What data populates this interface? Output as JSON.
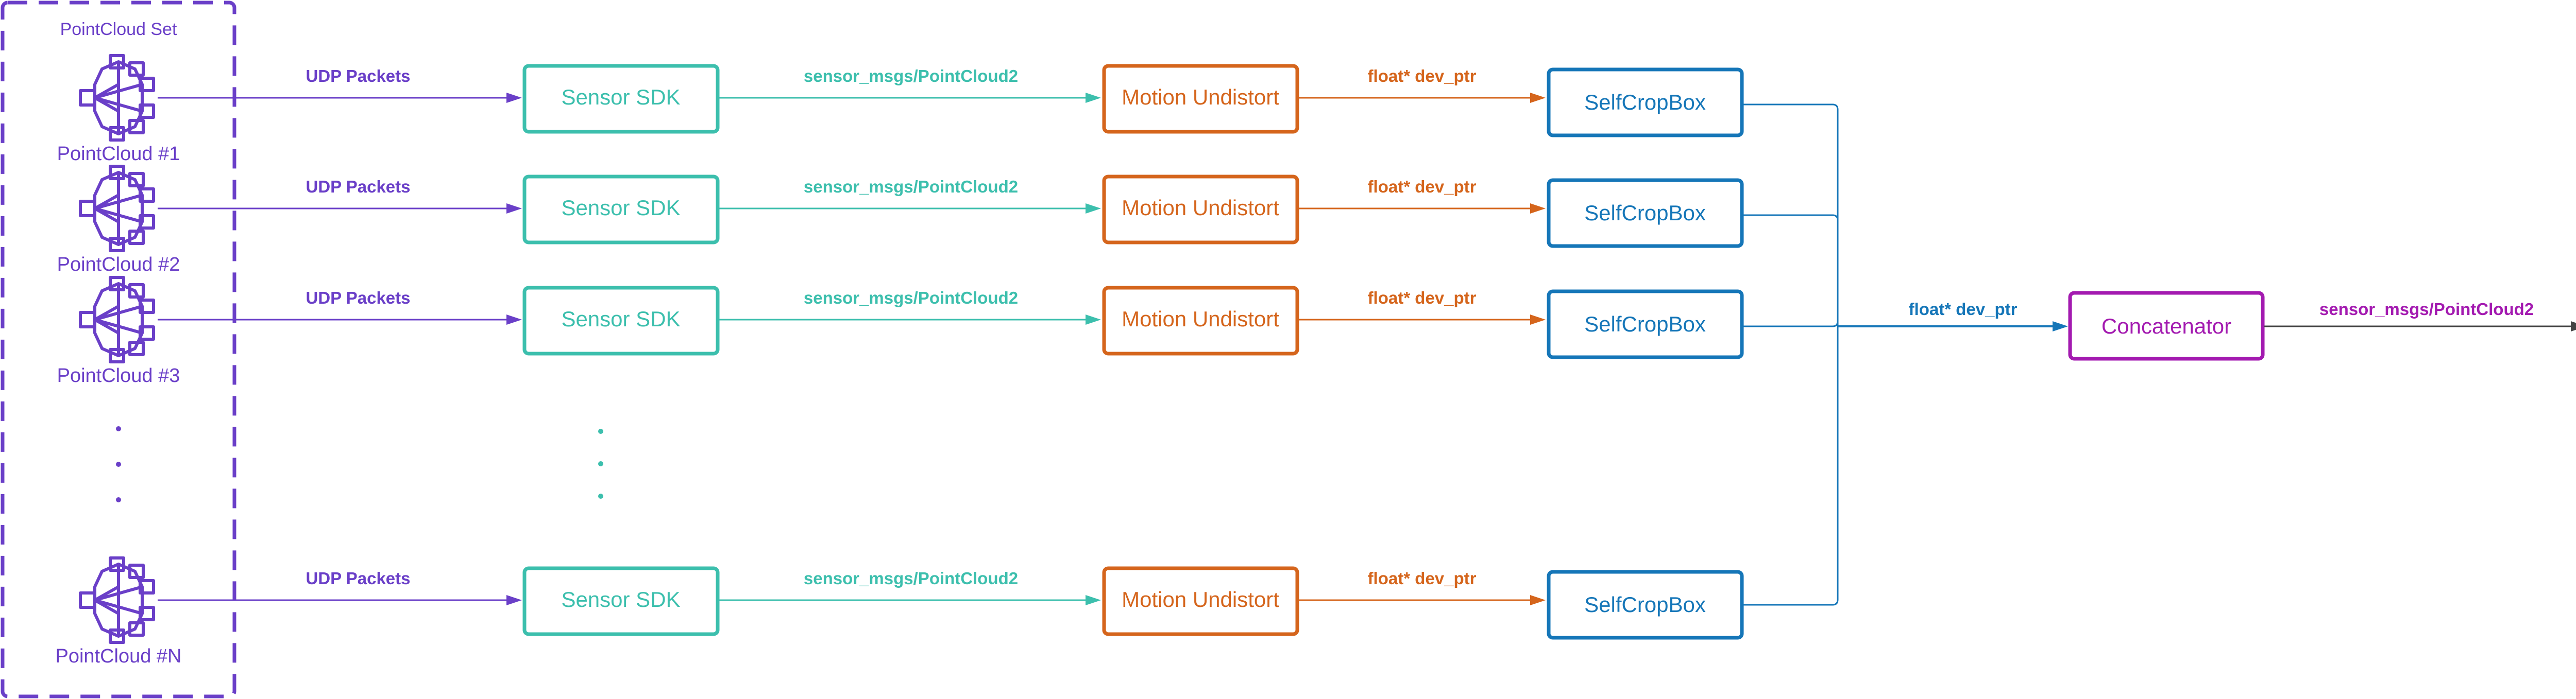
{
  "colors": {
    "purple": "#6a3fc8",
    "teal": "#3cbfad",
    "orange": "#d5651c",
    "blue": "#1576b8",
    "magenta": "#a31ab0",
    "dark": "#444444"
  },
  "group": {
    "title": "PointCloud Set",
    "icon": "pointcloud-network-icon"
  },
  "rows": [
    {
      "source": "PointCloud #1",
      "udp": "UDP Packets",
      "sdk": "Sensor SDK",
      "ros": "sensor_msgs/PointCloud2",
      "undistort": "Motion Undistort",
      "ptr": "float* dev_ptr",
      "crop": "SelfCropBox"
    },
    {
      "source": "PointCloud #2",
      "udp": "UDP Packets",
      "sdk": "Sensor SDK",
      "ros": "sensor_msgs/PointCloud2",
      "undistort": "Motion Undistort",
      "ptr": "float* dev_ptr",
      "crop": "SelfCropBox"
    },
    {
      "source": "PointCloud #3",
      "udp": "UDP Packets",
      "sdk": "Sensor SDK",
      "ros": "sensor_msgs/PointCloud2",
      "undistort": "Motion Undistort",
      "ptr": "float* dev_ptr",
      "crop": "SelfCropBox"
    },
    {
      "source": "PointCloud #N",
      "udp": "UDP Packets",
      "sdk": "Sensor SDK",
      "ros": "sensor_msgs/PointCloud2",
      "undistort": "Motion Undistort",
      "ptr": "float* dev_ptr",
      "crop": "SelfCropBox"
    }
  ],
  "merge": {
    "input_label": "float* dev_ptr",
    "node": "Concatenator",
    "output_label": "sensor_msgs/PointCloud2"
  }
}
